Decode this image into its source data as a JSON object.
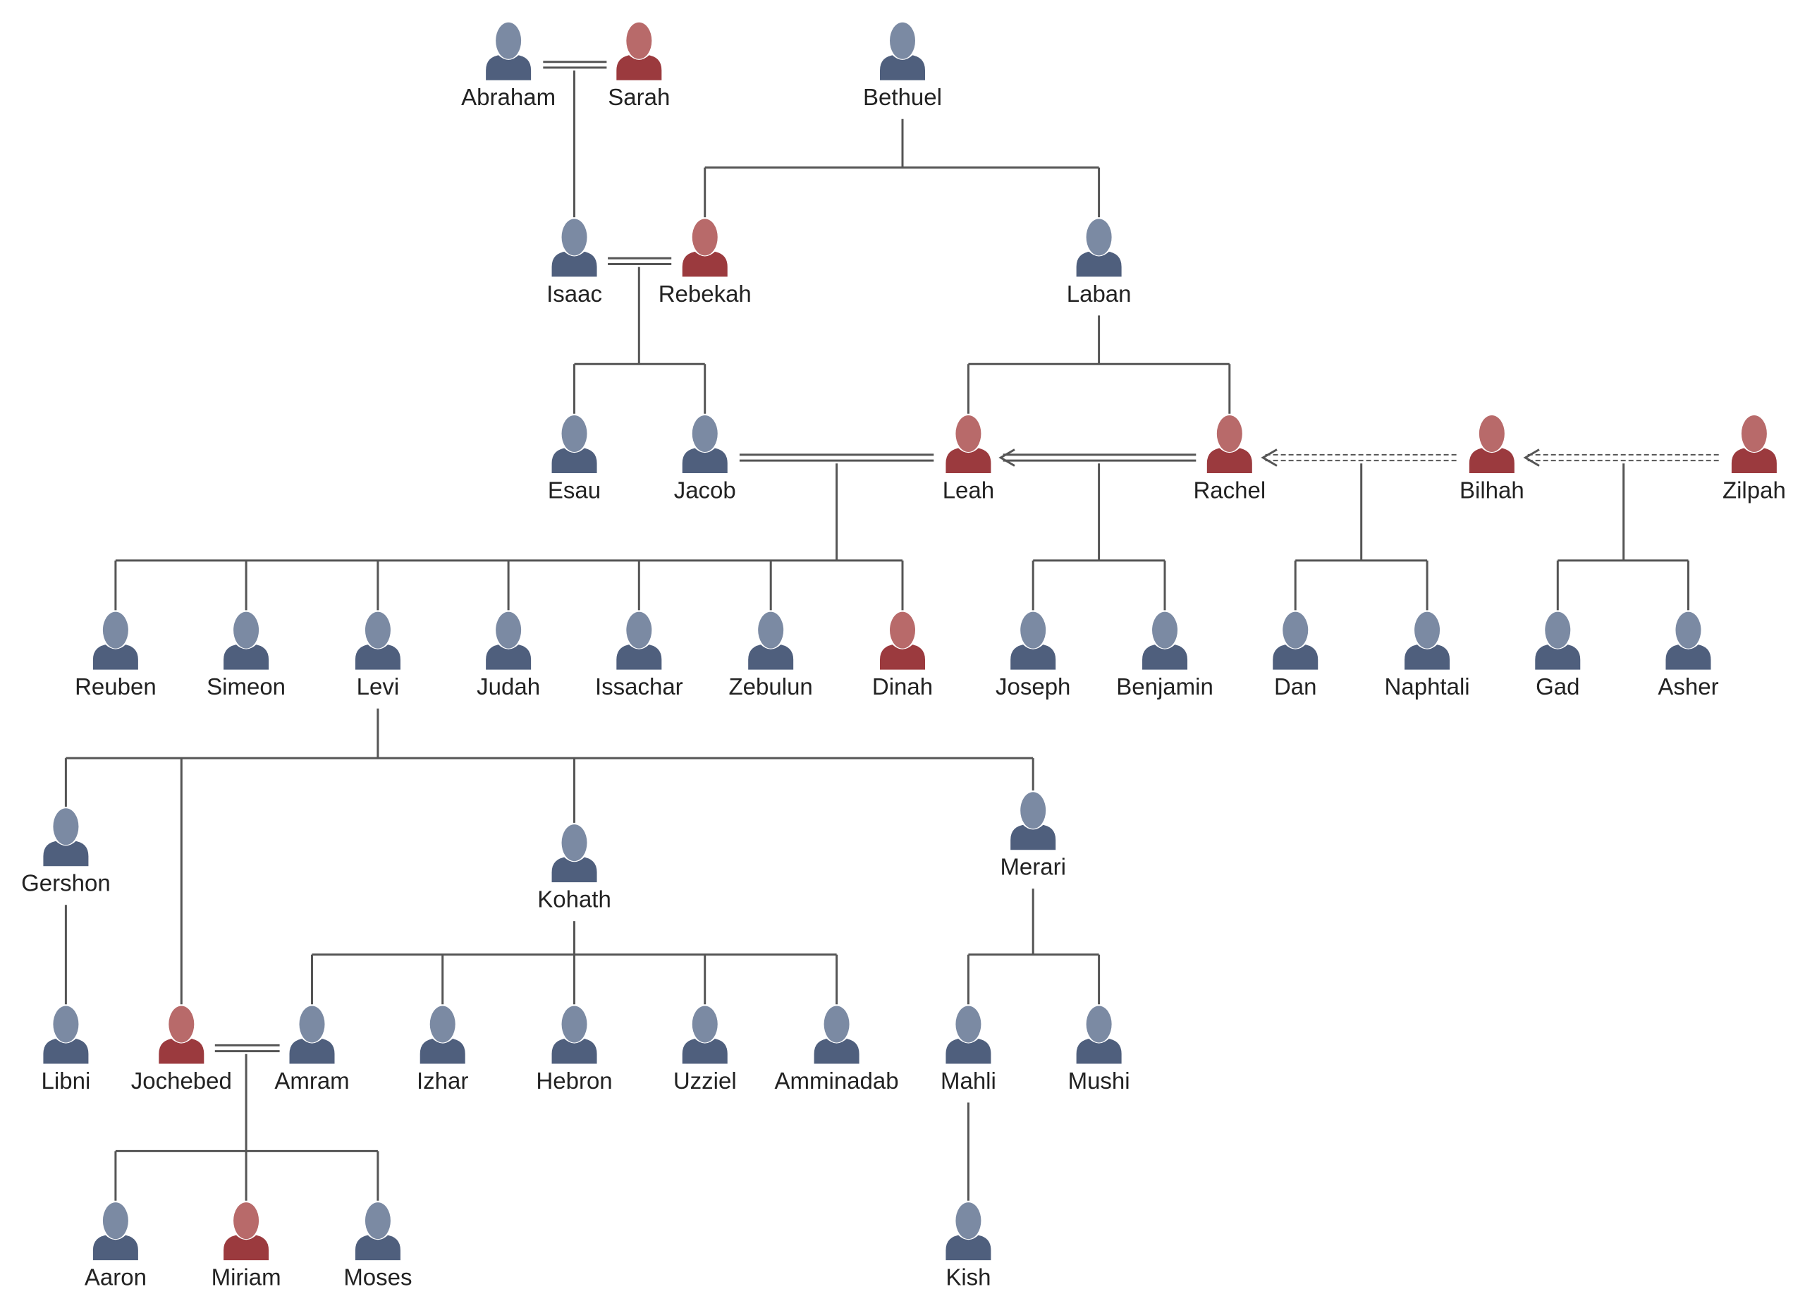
{
  "colors": {
    "male_head": "#7b8aa3",
    "male_body": "#4f5f7d",
    "female_head": "#b86a6a",
    "female_body": "#9b3a3e",
    "line": "#555555",
    "text": "#222222"
  },
  "people": [
    {
      "id": "abraham",
      "name": "Abraham",
      "gender": "male"
    },
    {
      "id": "sarah",
      "name": "Sarah",
      "gender": "female"
    },
    {
      "id": "bethuel",
      "name": "Bethuel",
      "gender": "male"
    },
    {
      "id": "isaac",
      "name": "Isaac",
      "gender": "male"
    },
    {
      "id": "rebekah",
      "name": "Rebekah",
      "gender": "female"
    },
    {
      "id": "laban",
      "name": "Laban",
      "gender": "male"
    },
    {
      "id": "esau",
      "name": "Esau",
      "gender": "male"
    },
    {
      "id": "jacob",
      "name": "Jacob",
      "gender": "male"
    },
    {
      "id": "leah",
      "name": "Leah",
      "gender": "female"
    },
    {
      "id": "rachel",
      "name": "Rachel",
      "gender": "female"
    },
    {
      "id": "bilhah",
      "name": "Bilhah",
      "gender": "female"
    },
    {
      "id": "zilpah",
      "name": "Zilpah",
      "gender": "female"
    },
    {
      "id": "reuben",
      "name": "Reuben",
      "gender": "male"
    },
    {
      "id": "simeon",
      "name": "Simeon",
      "gender": "male"
    },
    {
      "id": "levi",
      "name": "Levi",
      "gender": "male"
    },
    {
      "id": "judah",
      "name": "Judah",
      "gender": "male"
    },
    {
      "id": "issachar",
      "name": "Issachar",
      "gender": "male"
    },
    {
      "id": "zebulun",
      "name": "Zebulun",
      "gender": "male"
    },
    {
      "id": "dinah",
      "name": "Dinah",
      "gender": "female"
    },
    {
      "id": "joseph",
      "name": "Joseph",
      "gender": "male"
    },
    {
      "id": "benjamin",
      "name": "Benjamin",
      "gender": "male"
    },
    {
      "id": "dan",
      "name": "Dan",
      "gender": "male"
    },
    {
      "id": "naphtali",
      "name": "Naphtali",
      "gender": "male"
    },
    {
      "id": "gad",
      "name": "Gad",
      "gender": "male"
    },
    {
      "id": "asher",
      "name": "Asher",
      "gender": "male"
    },
    {
      "id": "gershon",
      "name": "Gershon",
      "gender": "male"
    },
    {
      "id": "kohath",
      "name": "Kohath",
      "gender": "male"
    },
    {
      "id": "merari",
      "name": "Merari",
      "gender": "male"
    },
    {
      "id": "libni",
      "name": "Libni",
      "gender": "male"
    },
    {
      "id": "jochebed",
      "name": "Jochebed",
      "gender": "female"
    },
    {
      "id": "amram",
      "name": "Amram",
      "gender": "male"
    },
    {
      "id": "izhar",
      "name": "Izhar",
      "gender": "male"
    },
    {
      "id": "hebron",
      "name": "Hebron",
      "gender": "male"
    },
    {
      "id": "uzziel",
      "name": "Uzziel",
      "gender": "male"
    },
    {
      "id": "amminadab",
      "name": "Amminadab",
      "gender": "male"
    },
    {
      "id": "mahli",
      "name": "Mahli",
      "gender": "male"
    },
    {
      "id": "mushi",
      "name": "Mushi",
      "gender": "male"
    },
    {
      "id": "aaron",
      "name": "Aaron",
      "gender": "male"
    },
    {
      "id": "miriam",
      "name": "Miriam",
      "gender": "female"
    },
    {
      "id": "moses",
      "name": "Moses",
      "gender": "male"
    },
    {
      "id": "kish",
      "name": "Kish",
      "gender": "male"
    }
  ],
  "marriages": [
    [
      "abraham",
      "sarah"
    ],
    [
      "isaac",
      "rebekah"
    ],
    [
      "jacob",
      "leah"
    ],
    [
      "leah",
      "rachel"
    ],
    [
      "jochebed",
      "amram"
    ]
  ],
  "concubines": [
    [
      "rachel",
      "bilhah"
    ],
    [
      "bilhah",
      "zilpah"
    ]
  ]
}
